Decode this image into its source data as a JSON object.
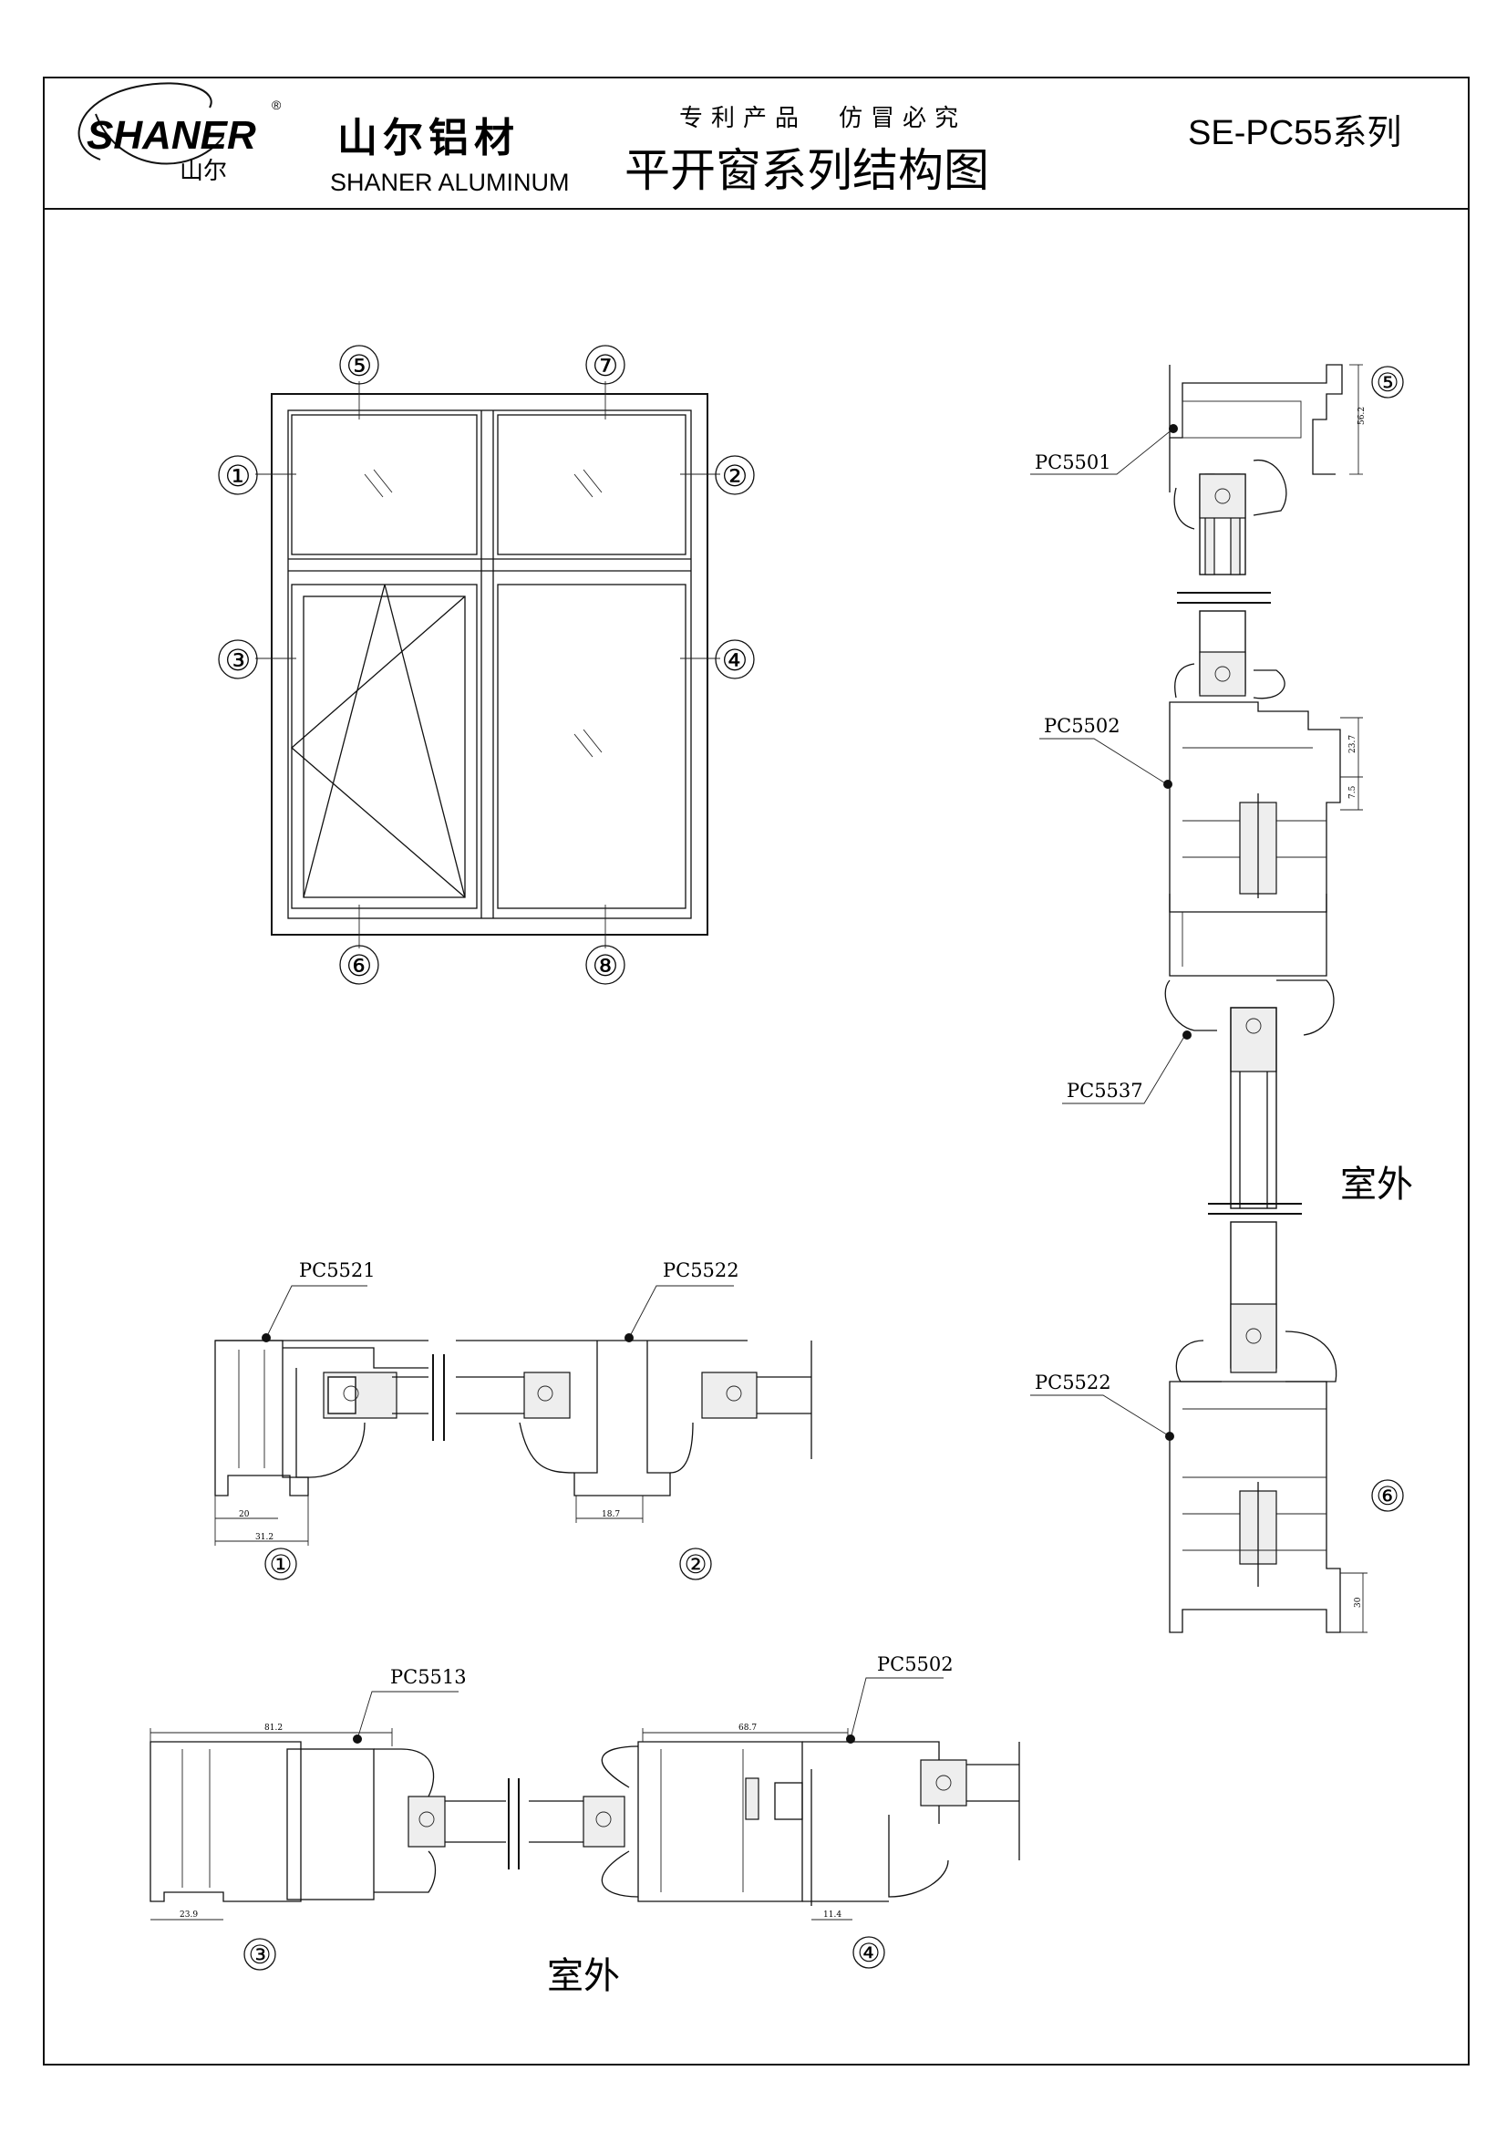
{
  "header": {
    "logo_text": "SHANER",
    "logo_sub": "山尔",
    "logo_mark": "®",
    "company_cn": "山尔铝材",
    "company_en": "SHANER ALUMINUM",
    "patent_notice": "专利产品　仿冒必究",
    "title": "平开窗系列结构图",
    "series_code": "SE-PC55系列"
  },
  "elevation": {
    "markers": [
      "①",
      "②",
      "③",
      "④",
      "⑤",
      "⑦",
      "⑥",
      "⑧"
    ]
  },
  "vertical_section": {
    "marker_top": "⑤",
    "marker_bottom": "⑥",
    "outside_label": "室外",
    "profiles": [
      "PC5501",
      "PC5502",
      "PC5537",
      "PC5522"
    ],
    "dims": [
      "56.2",
      "23.7",
      "7.5",
      "30"
    ]
  },
  "section_12": {
    "profiles": [
      "PC5521",
      "PC5522"
    ],
    "markers": [
      "①",
      "②"
    ],
    "dims": [
      "20",
      "31.2",
      "18.7"
    ]
  },
  "section_34": {
    "profiles": [
      "PC5513",
      "PC5502"
    ],
    "markers": [
      "③",
      "④"
    ],
    "outside_label": "室外",
    "dims": [
      "81.2",
      "23.9",
      "68.7",
      "11.4"
    ]
  }
}
